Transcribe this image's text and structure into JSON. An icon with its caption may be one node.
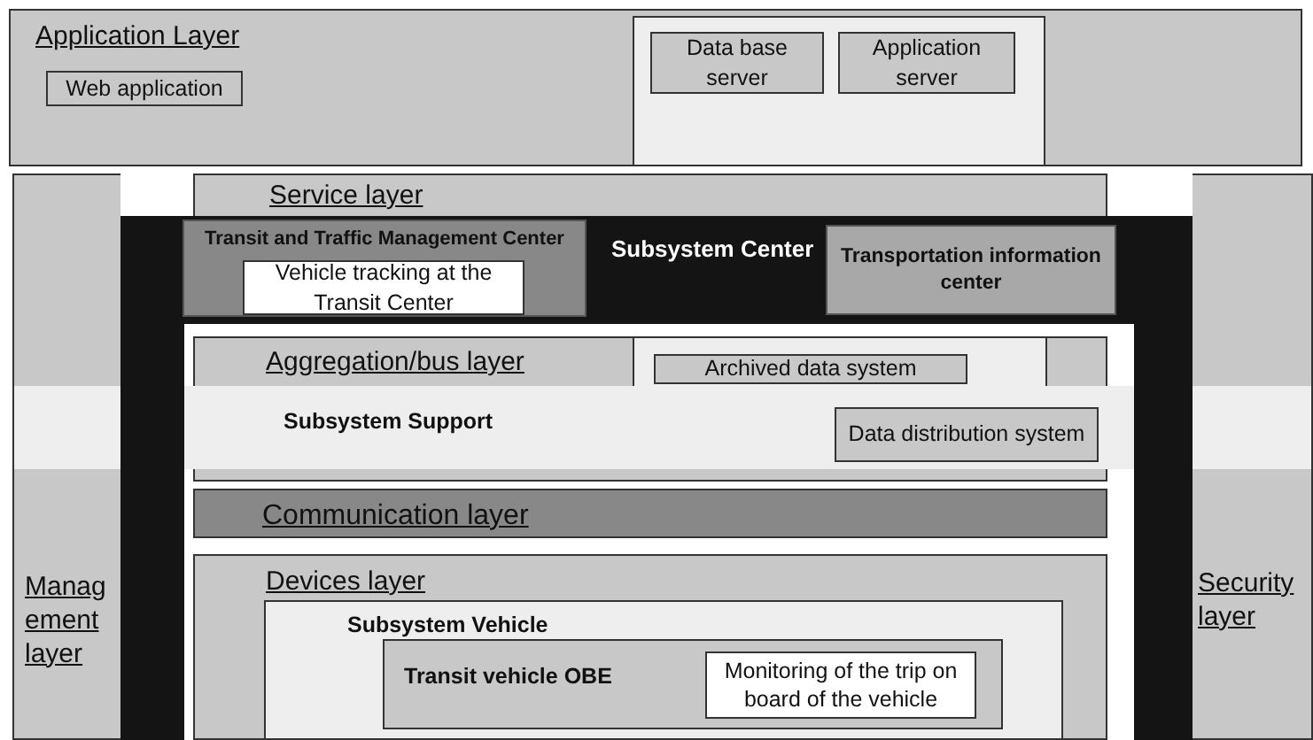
{
  "diagram": {
    "nodes": [
      {
        "text": [
          "Application Layer"
        ]
      },
      {
        "text": [
          "Web application"
        ],
        "in": 0
      },
      {
        "text": [],
        "shape": "box",
        "in": 0
      },
      {
        "text": [
          "Data base server"
        ],
        "in": 2
      },
      {
        "text": [
          "Application server"
        ],
        "in": 2
      },
      {
        "text": [
          "Manag ement layer"
        ]
      },
      {
        "text": [
          "Security layer"
        ]
      },
      {
        "text": [
          "Service layer"
        ]
      },
      {
        "text": [
          "Subsystem Center"
        ]
      },
      {
        "text": [
          "Transit and Traffic Management Center"
        ],
        "in": 8
      },
      {
        "text": [
          "Vehicle tracking at the Transit Center"
        ],
        "in": 9
      },
      {
        "text": [
          "Transportation information center"
        ],
        "in": 8
      },
      {
        "text": [
          "Aggregation/bus layer"
        ],
        "in": 8
      },
      {
        "text": [
          "Archived data system"
        ],
        "in": 12
      },
      {
        "text": [
          "Subsystem Support"
        ],
        "in": 8
      },
      {
        "text": [
          "Data distribution system"
        ],
        "in": 14
      },
      {
        "text": [
          "Communication layer"
        ],
        "in": 8
      },
      {
        "text": [
          "Devices layer"
        ],
        "in": 8
      },
      {
        "text": [
          "Subsystem Vehicle"
        ],
        "in": 17
      },
      {
        "text": [
          "Transit vehicle OBE"
        ],
        "in": 18
      },
      {
        "text": [
          "Monitoring of the trip on board of the vehicle"
        ],
        "in": 19
      }
    ]
  }
}
